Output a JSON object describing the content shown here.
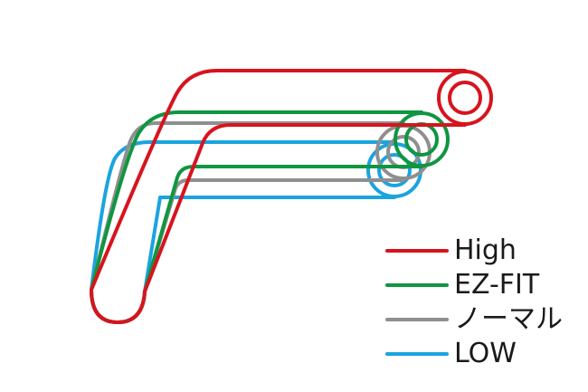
{
  "diagram": {
    "series": [
      {
        "key": "high",
        "label": "High",
        "color": "#d7141e"
      },
      {
        "key": "ezfit",
        "label": "EZ-FIT",
        "color": "#0f9640"
      },
      {
        "key": "normal",
        "label": "ノーマル",
        "color": "#8f8f8f"
      },
      {
        "key": "low",
        "label": "LOW",
        "color": "#1ba4de"
      }
    ]
  }
}
